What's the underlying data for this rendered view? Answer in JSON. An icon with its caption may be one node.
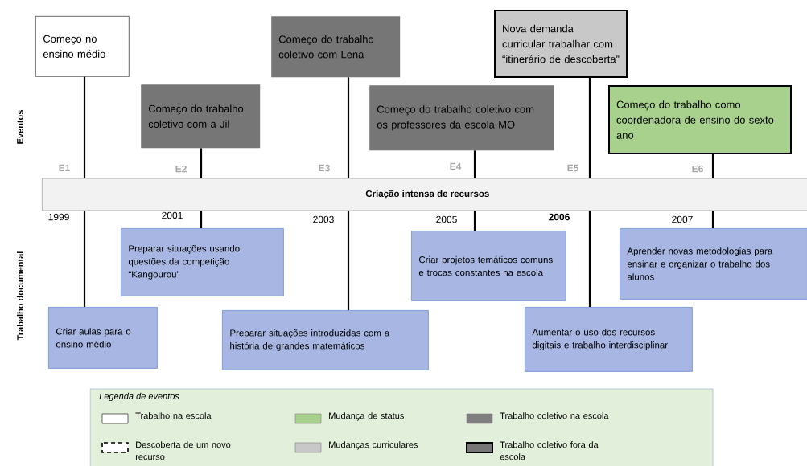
{
  "diagram": {
    "nodes": [
      {
        "text": [
          "Começo no ensino médio"
        ]
      },
      {
        "text": [
          "Começo do trabalho coletivo com a Jil"
        ]
      },
      {
        "text": [
          "Começo do trabalho coletivo com Lena"
        ]
      },
      {
        "text": [
          "Começo do trabalho coletivo com os professores  da escola MO"
        ]
      },
      {
        "text": [
          "Nova demanda curricular trabalhar com “itinerário de descoberta”"
        ]
      },
      {
        "text": [
          "Começo do trabalho como coordenadora de ensino do sexto ano"
        ]
      },
      {
        "text": [
          "Criação intensa de recursos"
        ]
      },
      {
        "text": [
          "Criar aulas para o ensino médio"
        ]
      },
      {
        "text": [
          "Preparar situações usando questões da competição “Kangourou”"
        ]
      },
      {
        "text": [
          "Preparar situações introduzidas com a história de grandes matemáticos"
        ]
      },
      {
        "text": [
          "Criar projetos temáticos comuns e trocas constantes na escola"
        ]
      },
      {
        "text": [
          "Aumentar o uso dos recursos digitais e trabalho interdisciplinar"
        ]
      },
      {
        "text": [
          "Aprender novas metodologias para ensinar e organizar o trabalho dos alunos"
        ]
      }
    ],
    "edges": [
      {
        "from": 0,
        "to": 6,
        "arrow": "none"
      },
      {
        "from": 1,
        "to": 6,
        "arrow": "none"
      },
      {
        "from": 2,
        "to": 6,
        "arrow": "none"
      },
      {
        "from": 3,
        "to": 6,
        "arrow": "none"
      },
      {
        "from": 4,
        "to": 6,
        "arrow": "none"
      },
      {
        "from": 5,
        "to": 6,
        "arrow": "none"
      },
      {
        "from": 6,
        "to": 7,
        "arrow": "none"
      },
      {
        "from": 6,
        "to": 8,
        "arrow": "none"
      },
      {
        "from": 6,
        "to": 9,
        "arrow": "none"
      },
      {
        "from": 6,
        "to": 10,
        "arrow": "none"
      },
      {
        "from": 6,
        "to": 11,
        "arrow": "none"
      },
      {
        "from": 6,
        "to": 12,
        "arrow": "none"
      }
    ],
    "labels": [
      "Eventos",
      "E1",
      "E2",
      "E3",
      "E4",
      "E5",
      "E6",
      "1999",
      "2001",
      "2003",
      "2005",
      "2006",
      "2007",
      "Trabalho documental",
      "Legenda de eventos"
    ],
    "legend": [
      {
        "text": "Trabalho na escola",
        "color": "#ffffff"
      },
      {
        "text": "Mudança de status",
        "color": "#a9d18e"
      },
      {
        "text": "Trabalho coletivo na escola",
        "color": "#7f7f7f"
      },
      {
        "text": "Descoberta de um novo recurso"
      },
      {
        "text": "Mudanças curriculares",
        "color": "#c8c8c8"
      },
      {
        "text": "Trabalho coletivo fora da escola"
      }
    ]
  }
}
